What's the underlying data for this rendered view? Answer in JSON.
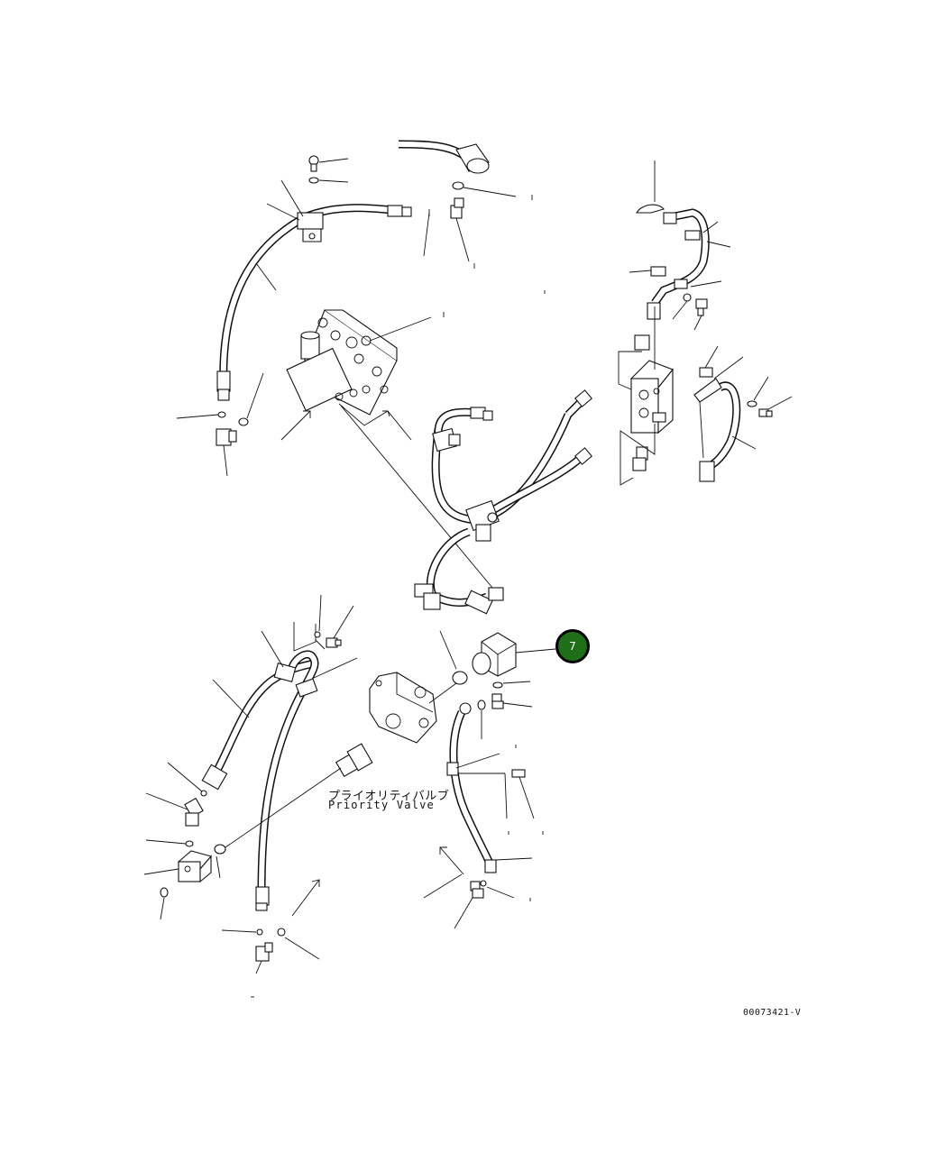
{
  "diagram": {
    "label_jp": "プライオリティバルブ",
    "label_en": "Priority Valve",
    "drawing_code": "00073421-V",
    "callouts": [
      {
        "id": "7",
        "color": "#1f6f1a"
      }
    ]
  },
  "colors": {
    "line": "#111111",
    "background": "#ffffff",
    "callout_fill": "#1f6f1a"
  }
}
